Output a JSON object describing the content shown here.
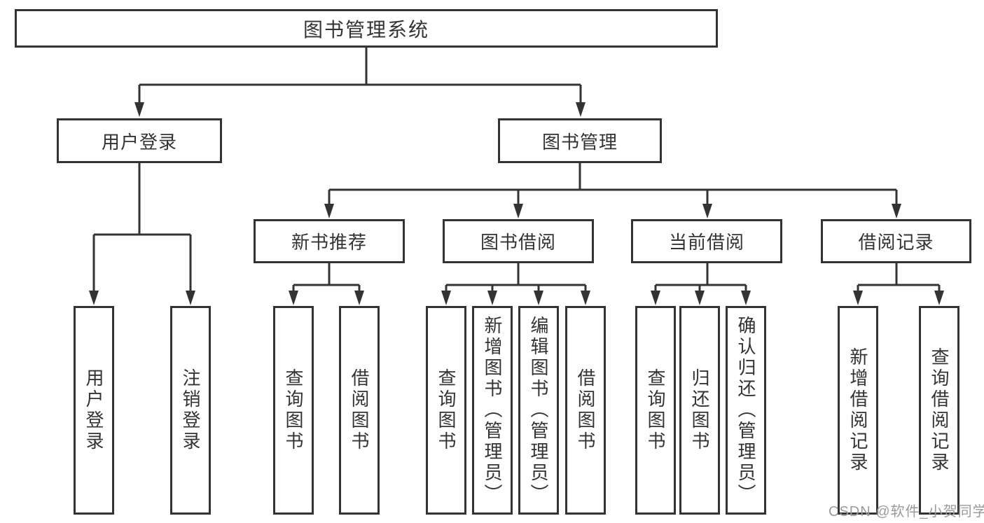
{
  "nodes": {
    "root": {
      "label": "图书管理系统"
    },
    "user_login": {
      "label": "用户登录",
      "children": [
        {
          "label": "用户登录"
        },
        {
          "label": "注销登录"
        }
      ]
    },
    "book_management": {
      "label": "图书管理",
      "children": [
        {
          "label": "新书推荐",
          "children": [
            {
              "label": "查询图书"
            },
            {
              "label": "借阅图书"
            }
          ]
        },
        {
          "label": "图书借阅",
          "children": [
            {
              "label": "查询图书"
            },
            {
              "label": "新增图书（管理员）"
            },
            {
              "label": "编辑图书（管理员）"
            },
            {
              "label": "借阅图书"
            }
          ]
        },
        {
          "label": "当前借阅",
          "children": [
            {
              "label": "查询图书"
            },
            {
              "label": "归还图书"
            },
            {
              "label": "确认归还（管理员）"
            }
          ]
        },
        {
          "label": "借阅记录",
          "children": [
            {
              "label": "新增借阅记录"
            },
            {
              "label": "查询借阅记录"
            }
          ]
        }
      ]
    }
  },
  "watermark": {
    "text": "CSDN @软件_小贺同学"
  },
  "colors": {
    "line": "#333333",
    "text": "#333333",
    "background": "#ffffff",
    "watermark": "#9a9a9a"
  }
}
